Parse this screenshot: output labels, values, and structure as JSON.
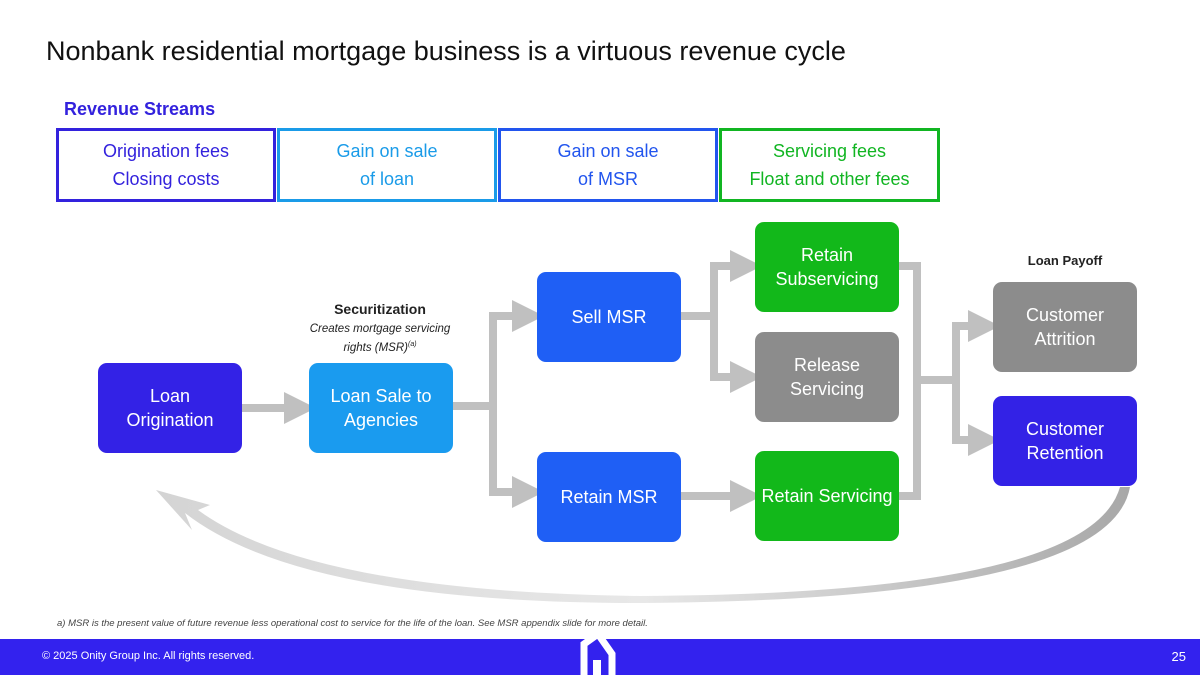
{
  "title": "Nonbank residential mortgage business is a virtuous revenue cycle",
  "revenue_streams": {
    "label": "Revenue Streams",
    "items": [
      {
        "line1": "Origination fees",
        "line2": "Closing costs",
        "color": "#3322dd"
      },
      {
        "line1": "Gain on sale",
        "line2": "of loan",
        "color": "#1a9be8"
      },
      {
        "line1": "Gain on sale",
        "line2": "of MSR",
        "color": "#2255ee"
      },
      {
        "line1": "Servicing fees",
        "line2": "Float and other fees",
        "color": "#11b522"
      }
    ]
  },
  "nodes": {
    "origination": "Loan Origination",
    "loan_sale": "Loan Sale to Agencies",
    "sell_msr": "Sell MSR",
    "retain_msr": "Retain MSR",
    "retain_subservicing": "Retain Subservicing",
    "release_servicing": "Release Servicing",
    "retain_servicing": "Retain Servicing",
    "customer_attrition": "Customer Attrition",
    "customer_retention": "Customer Retention"
  },
  "annotations": {
    "securitization_title": "Securitization",
    "securitization_text": "Creates mortgage servicing rights (MSR)",
    "securitization_sup": "(a)",
    "loan_payoff": "Loan Payoff"
  },
  "footnote": "a) MSR is the present value of future revenue less operational cost to service for the life of the loan.  See MSR appendix slide for more detail.",
  "footer": {
    "copyright": "© 2025 Onity Group Inc. All rights reserved.",
    "page": "25"
  }
}
